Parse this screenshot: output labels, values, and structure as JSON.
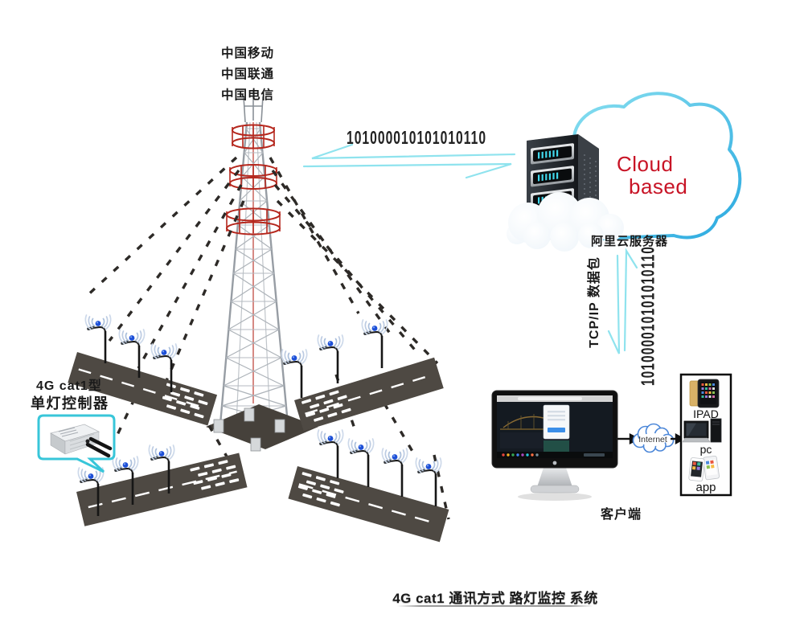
{
  "diagram": {
    "carriers": {
      "lines": [
        "中国移动",
        "中国联通",
        "中国电信"
      ]
    },
    "tower_link": {
      "binary": "101000010101010110"
    },
    "cloud": {
      "title_line1": "Cloud",
      "title_line2": "based",
      "caption": "阿里云服务器"
    },
    "downlink": {
      "label": "TCP/IP 数据包",
      "binary": "101000010101010110"
    },
    "client": {
      "caption": "客户端",
      "internet_label": "Internet"
    },
    "devices": {
      "ipad_label": "IPAD",
      "pc_label": "pc",
      "app_label": "app"
    },
    "controller": {
      "type_line": "4G cat1型",
      "name_line": "单灯控制器"
    },
    "footer": {
      "title": "4G cat1 通讯方式 路灯监控 系统"
    },
    "colors": {
      "arrow_cyan": "#8fe3ee",
      "cloud_stroke": "#2bb0e2",
      "brand_red": "#c81426",
      "callout_cyan": "#38c6d9",
      "road_gray": "#4e4943",
      "signal_blue": "#1d4fd7",
      "tower_red": "#b5271d"
    }
  }
}
